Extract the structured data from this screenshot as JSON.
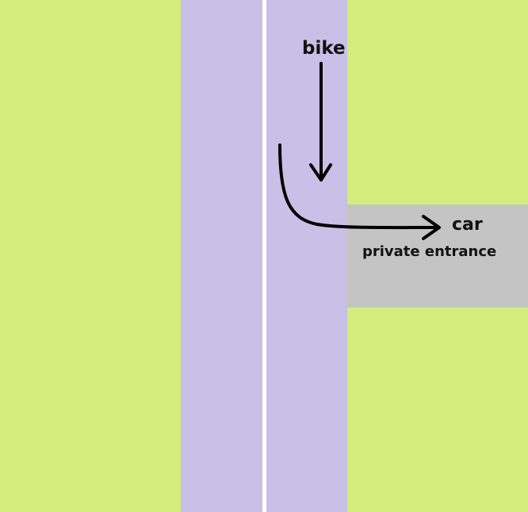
{
  "labels": {
    "bike": "bike",
    "car": "car",
    "private_entrance": "private entrance"
  },
  "colors": {
    "grass": "#d4ed7d",
    "road": "#c8c0e6",
    "center_line": "#ffffff",
    "driveway": "#c4c4c4",
    "arrow": "#000000"
  }
}
